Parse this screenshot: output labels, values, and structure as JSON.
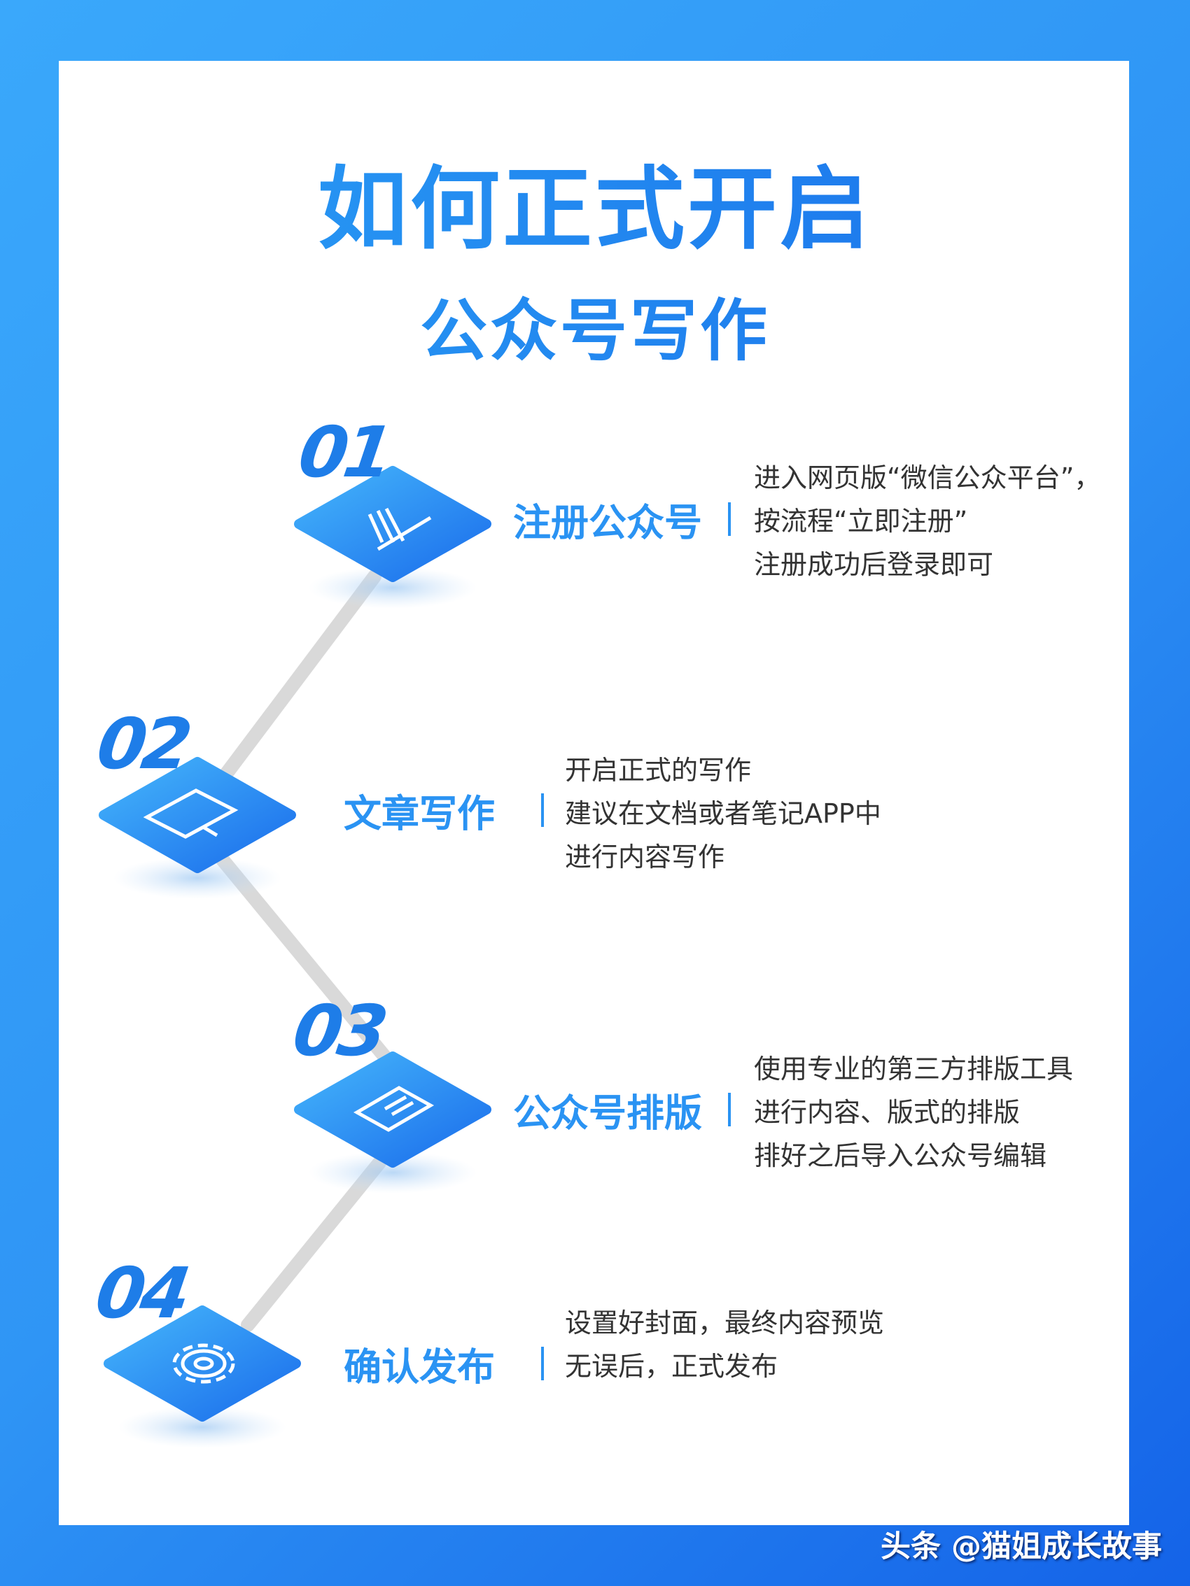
{
  "title": {
    "line1": "如何正式开启",
    "line2": "公众号写作"
  },
  "steps": [
    {
      "number": "01",
      "label": "注册公众号",
      "icon": "tools-icon",
      "lines": [
        "进入网页版“微信公众平台”，",
        "按流程“立即注册”",
        "注册成功后登录即可"
      ]
    },
    {
      "number": "02",
      "label": "文章写作",
      "icon": "monitor-icon",
      "lines": [
        "开启正式的写作",
        "建议在文档或者笔记APP中",
        "进行内容写作"
      ]
    },
    {
      "number": "03",
      "label": "公众号排版",
      "icon": "id-card-icon",
      "lines": [
        "使用专业的第三方排版工具",
        "进行内容、版式的排版",
        "排好之后导入公众号编辑"
      ]
    },
    {
      "number": "04",
      "label": "确认发布",
      "icon": "gear-icon",
      "lines": [
        "设置好封面，最终内容预览",
        "无误后，正式发布"
      ]
    }
  ],
  "watermark": "头条 @猫姐成长故事",
  "colors": {
    "accent": "#2a93f3",
    "background_dark": "#1463e8",
    "connector": "#d9d9d9"
  }
}
